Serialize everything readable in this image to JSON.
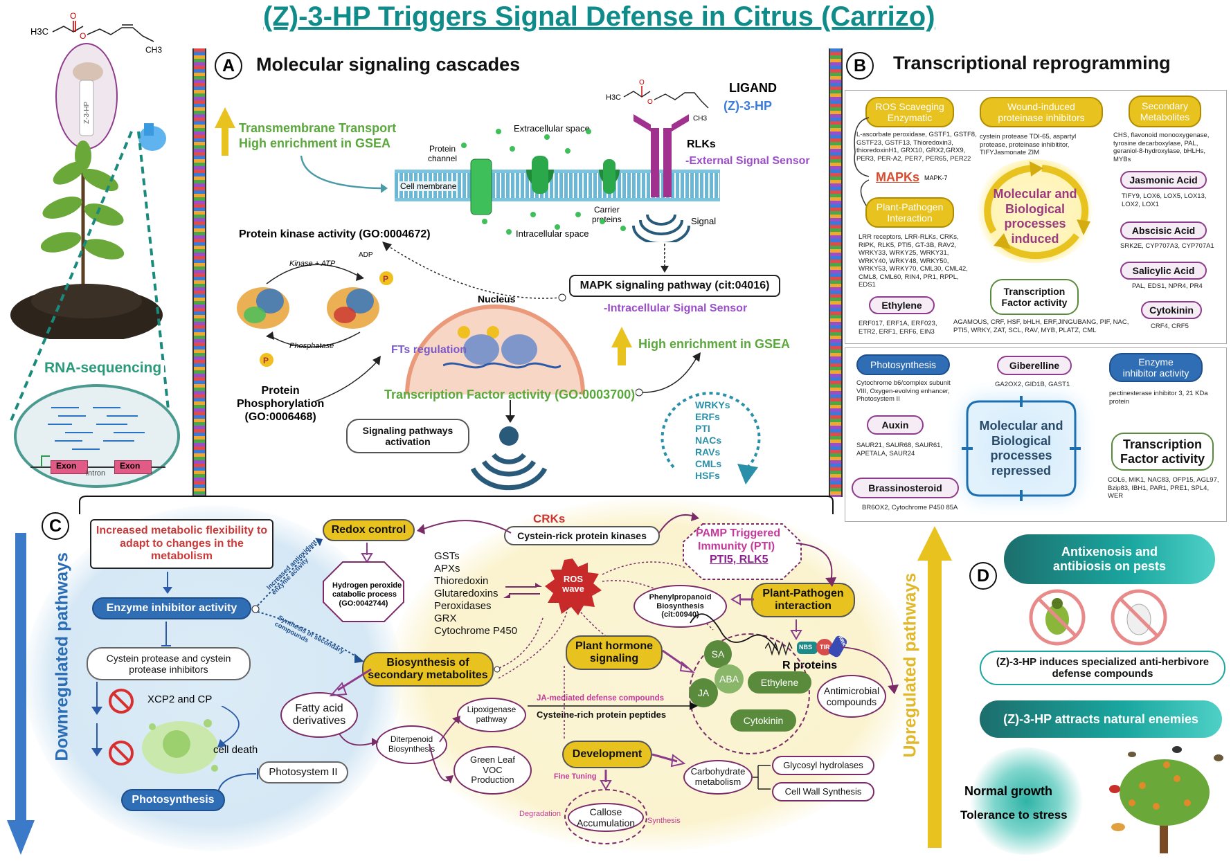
{
  "title": "(Z)-3-HP Triggers Signal Defense in Citrus (Carrizo)",
  "left": {
    "molecule": {
      "h3c": "H3C",
      "o": "O",
      "ch3": "CH3"
    },
    "tube_label": "Z-3-HP",
    "rna_seq": "RNA-sequencing",
    "exon1": "Exon",
    "exon2": "Exon",
    "intron": "Intron"
  },
  "panelA": {
    "letter": "A",
    "title": "Molecular signaling cascades",
    "transport1": "Transmembrane Transport",
    "transport2": "High enrichment in GSEA",
    "extracellular": "Extracellular space",
    "intracellular": "Intracellular space",
    "protein_channel": "Protein\nchannel",
    "cell_membrane": "Cell membrane",
    "carrier": "Carrier\nproteins",
    "ligand": "LIGAND",
    "ligand_name": "(Z)-3-HP",
    "rlks": "RLKs",
    "external_sensor": "-External Signal Sensor",
    "signal": "Signal",
    "kinase_activity": "Protein kinase activity (GO:0004672)",
    "kinase_atp": "Kinase + ATP",
    "adp": "ADP",
    "phosphatase": "Phosphatase",
    "p": "P",
    "nucleus": "Nucleus",
    "fts": "FTs regulation",
    "mapk": "MAPK signaling pathway (cit:04016)",
    "intracellular_sensor": "-Intracellular Signal Sensor",
    "high_gsea": "High enrichment in GSEA",
    "phosphorylation": "Protein\nPhosphorylation\n(GO:0006468)",
    "tf_activity": "Transcription Factor activity (GO:0003700)",
    "signaling_activation": "Signaling pathways\nactivation",
    "tf_list": [
      "WRKYs",
      "ERFs",
      "PTI",
      "NACs",
      "RAVs",
      "CMLs",
      "HSFs"
    ]
  },
  "panelB": {
    "letter": "B",
    "title": "Transcriptional reprogramming",
    "up": {
      "ros_title": "ROS Scaveging\nEnzymatic",
      "ros_genes": "L-ascorbate peroxidase, GSTF1, GSTF8,\nGSTF23, GSTF13, Thioredoxin3,\nthioredoxinH1, GRX10, GRX2,GRX9,\nPER3, PER-A2, PER7, PER65, PER22",
      "wound_title": "Wound-induced\nproteinase inhibitors",
      "wound_genes": "cystein protease TDI-65, aspartyl\nprotease, proteinase inhibititor,\nTIFYJasmonate ZIM",
      "secondary_title": "Secondary\nMetabolites",
      "secondary_genes": "CHS, flavonoid monooxygenase,\ntyrosine decarboxylase, PAL,\ngeraniol-8-hydroxylase, bHLHs,\nMYBs",
      "mapks": "MAPKs",
      "mapk7": "MAPK-7",
      "center": "Molecular and\nBiological\nprocesses\ninduced",
      "jasmonic": "Jasmonic Acid",
      "jasmonic_genes": "TIFY9, LOX6, LOX5, LOX13,\nLOX2, LOX1",
      "plant_path_title": "Plant-Pathogen\nInteraction",
      "plant_path_genes": "LRR receptors, LRR-RLKs, CRKs,\nRIPK, RLK5, PTI5, GT-3B, RAV2,\nWRKY33, WRKY25, WRKY31,\nWRKY40, WRKY48, WRKY50,\nWRKY53, WRKY70, CML30, CML42,\nCML8, CML60, RIN4, PR1, RPPL,\nEDS1",
      "abscisic": "Abscisic Acid",
      "abscisic_genes": "SRK2E, CYP707A3, CYP707A1",
      "salicylic": "Salicylic Acid",
      "salicylic_genes": "PAL, EDS1, NPR4, PR4",
      "tf_title": "Transcription\nFactor activity",
      "tf_genes": "AGAMOUS, CRF, HSF, bHLH, ERF,JINGUBANG, PIF, NAC,\nPTI5, WRKY, ZAT, SCL, RAV, MYB, PLATZ, CML",
      "ethylene": "Ethylene",
      "ethylene_genes": "ERF017, ERF1A, ERF023,\nETR2, ERF1, ERF6, EIN3",
      "cytokinin": "Cytokinin",
      "cytokinin_genes": "CRF4, CRF5"
    },
    "down": {
      "photo": "Photosynthesis",
      "photo_genes": "Cytochrome b6/complex subunit\nVIII, Oxygen-evolving enhancer,\nPhotosystem II",
      "giberelline": "Giberelline",
      "giberelline_genes": "GA2OX2, GID1B, GAST1",
      "enzyme": "Enzyme\ninhibitor activity",
      "enzyme_genes": "pectinesterase inhibitor 3, 21 KDa\nprotein",
      "auxin": "Auxin",
      "auxin_genes": "SAUR21, SAUR68, SAUR61,\nAPETALA, SAUR24",
      "center": "Molecular and\nBiological\nprocesses\nrepressed",
      "tf_title": "Transcription\nFactor activity",
      "tf_genes": "COL6, MIK1, NAC83, OFP15, AGL97,\nBzip83, IBH1, PAR1, PRE1, SPL4,\nWER",
      "brassino": "Brassinosteroid",
      "brassino_genes": "BR6OX2, Cytochrome P450 85A"
    }
  },
  "panelC": {
    "letter": "C",
    "increased_flex": "Increased metabolic flexibility to\nadapt to changes in the\nmetabolism",
    "enzyme_inhibitor": "Enzyme inhibitor activity",
    "cystein_protease": "Cystein protease and cystein\nprotease inhibitors",
    "xcp2": "XCP2 and CP",
    "cell_death": "cell death",
    "photosystem": "Photosystem II",
    "photosynthesis": "Photosynthesis",
    "downregulated": "Downregulated pathways",
    "redox": "Redox control",
    "h2o2": "Hydrogen peroxide\ncatabolic process\n(GO:0042744)",
    "increased_antiox": "Increased antioxidant\nenzyme activity",
    "synth_secondary": "Synthesis of secondary\ncompounds",
    "crks": "CRKs",
    "cystein_kinases": "Cystein-rick protein kinases",
    "pti1": "PAMP Triggered",
    "pti2": "Immunity (PTI)",
    "pti3": "PTI5, RLK5",
    "enzymes": [
      "GSTs",
      "APXs",
      "Thioredoxin",
      "Glutaredoxins",
      "Peroxidases",
      "GRX",
      "Cytochrome P450"
    ],
    "ros": "ROS\nwave",
    "plant_pathogen": "Plant-Pathogen\ninteraction",
    "phenylpropanoid": "Phenylpropanoid\nBiosynthesis\n(cit:00940)",
    "r_proteins": "R proteins",
    "nbs": "NBS",
    "tir": "TIR",
    "wrky": "WRKY",
    "biosynth": "Biosynthesis of\nsecondary metabolites",
    "hormone": "Plant hormone\nsignaling",
    "sa": "SA",
    "aba": "ABA",
    "ja": "JA",
    "ethylene": "Ethylene",
    "cytokinin": "Cytokinin",
    "antimicrobial": "Antimicrobial\ncompounds",
    "fatty": "Fatty acid\nderivatives",
    "lipox": "Lipoxigenase\npathway",
    "ja_mediated": "JA-mediated defense compounds",
    "cys_peptides": "Cysteine-rich protein peptides",
    "diterpenoid": "Diterpenoid\nBiosynthesis",
    "glv": "Green Leaf\nVOC\nProduction",
    "development": "Development",
    "fine_tuning": "Fine Tuning",
    "carbohydrate": "Carbohydrate\nmetabolism",
    "glycosyl": "Glycosyl hydrolases",
    "cellwall": "Cell Wall Synthesis",
    "callose": "Callose\nAccumulation",
    "degradation": "Degradation",
    "synthesis": "Synthesis",
    "upregulated": "Upregulated pathways"
  },
  "panelD": {
    "letter": "D",
    "antix": "Antixenosis and\nantibiosis on pests",
    "induces": "(Z)-3-HP induces specialized anti-herbivore\ndefense compounds",
    "attracts": "(Z)-3-HP attracts natural enemies",
    "normal": "Normal growth",
    "tolerance": "Tolerance to stress"
  },
  "colors": {
    "teal": "#0f8c8a",
    "green_text": "#5aa83b",
    "purple": "#7a2b68",
    "blue": "#2f6db5",
    "yellow": "#e8c21f"
  }
}
